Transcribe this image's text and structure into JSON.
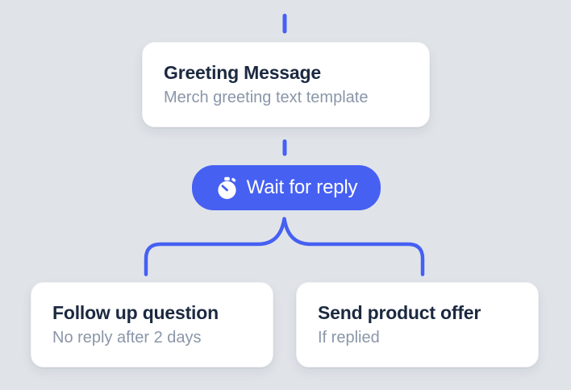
{
  "colors": {
    "bg": "#E0E4E9",
    "accent": "#4660F2",
    "card-bg": "#FFFFFF",
    "title": "#1B2940",
    "subtitle": "#8A96A8",
    "button-text": "#FFFFFF"
  },
  "flow": {
    "greeting": {
      "title": "Greeting Message",
      "subtitle": "Merch greeting text template"
    },
    "wait": {
      "label": "Wait for reply",
      "icon": "stopwatch-icon"
    },
    "branches": [
      {
        "title": "Follow up question",
        "subtitle": "No reply after 2 days"
      },
      {
        "title": "Send product offer",
        "subtitle": "If replied"
      }
    ]
  }
}
